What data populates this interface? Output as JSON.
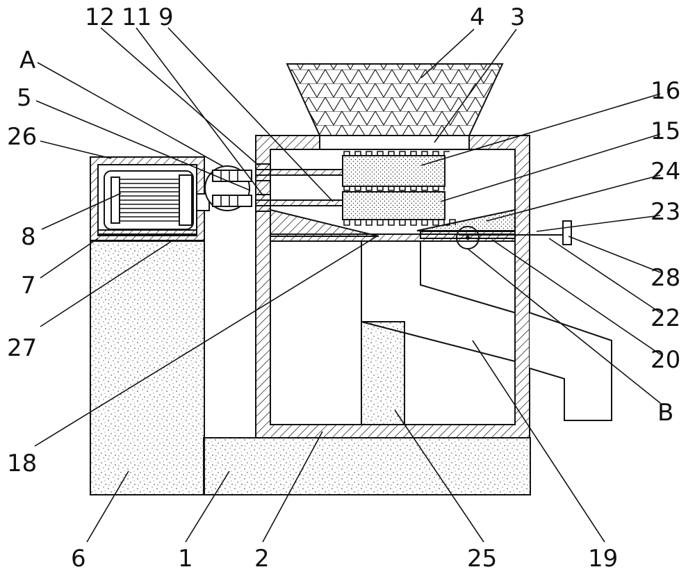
{
  "diagram": {
    "labels": {
      "l12": "12",
      "l11": "11",
      "l9": "9",
      "l4": "4",
      "l3": "3",
      "lA": "A",
      "l5": "5",
      "l26": "26",
      "l16": "16",
      "l15": "15",
      "l24": "24",
      "l23": "23",
      "l8": "8",
      "l7": "7",
      "l28": "28",
      "l22": "22",
      "l27": "27",
      "l20": "20",
      "l18": "18",
      "lB": "B",
      "l6": "6",
      "l1": "1",
      "l2": "2",
      "l25": "25",
      "l19": "19"
    }
  }
}
